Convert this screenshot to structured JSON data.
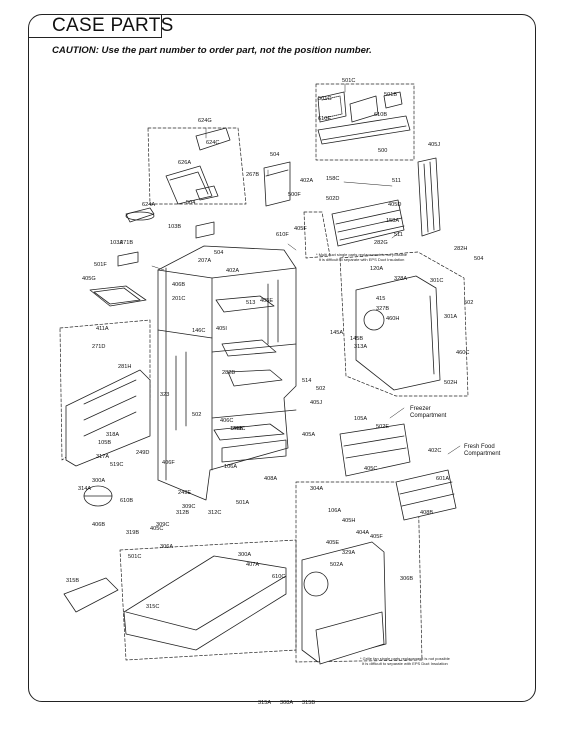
{
  "title": "CASE PARTS",
  "caution": "CAUTION: Use the part number to order part, not the position number.",
  "notes": {
    "multi_duct": [
      "* Multi duct single parts replacement is not possible",
      "It is difficult to separate with EPS Duct Insulation"
    ],
    "grille_fan": [
      "* Grille fan single parts replacement is not possible",
      "It is difficult to separate with EPS Duct Insulation"
    ]
  },
  "compartments": {
    "freezer": [
      "Freezer",
      "Compartment"
    ],
    "fresh_food": [
      "Fresh Food",
      "Compartment"
    ]
  },
  "part_labels": [
    "501C",
    "501G",
    "501B",
    "610E",
    "610B",
    "500",
    "405J",
    "624G",
    "624C",
    "626A",
    "504",
    "267B",
    "158C",
    "511",
    "402A",
    "502D",
    "500F",
    "405D",
    "158A",
    "511",
    "624A",
    "504",
    "103B",
    "271B",
    "610F",
    "405F",
    "282G",
    "282H",
    "504",
    "103A",
    "504",
    "207A",
    "402A",
    "120A",
    "328A",
    "301C",
    "502",
    "501F",
    "405G",
    "406B",
    "201C",
    "415",
    "513",
    "405E",
    "327B",
    "460H",
    "301A",
    "411A",
    "271D",
    "146C",
    "405I",
    "145B",
    "145A",
    "460C",
    "313A",
    "281H",
    "282B",
    "514",
    "502",
    "405J",
    "502H",
    "406C",
    "145B",
    "323",
    "502",
    "249C",
    "405A",
    "502E",
    "105A",
    "105B",
    "318A",
    "317A",
    "519C",
    "249D",
    "406F",
    "106A",
    "408A",
    "405C",
    "402C",
    "601A",
    "408B",
    "314A",
    "300A",
    "249E",
    "304A",
    "610B",
    "312B",
    "309C",
    "501A",
    "312C",
    "106A",
    "405H",
    "404A",
    "405F",
    "405E",
    "329A",
    "405C",
    "406B",
    "319B",
    "306A",
    "309C",
    "501C",
    "502A",
    "306B",
    "300A",
    "407A",
    "610C",
    "315B",
    "315C",
    "315A",
    "308A",
    "315B"
  ]
}
